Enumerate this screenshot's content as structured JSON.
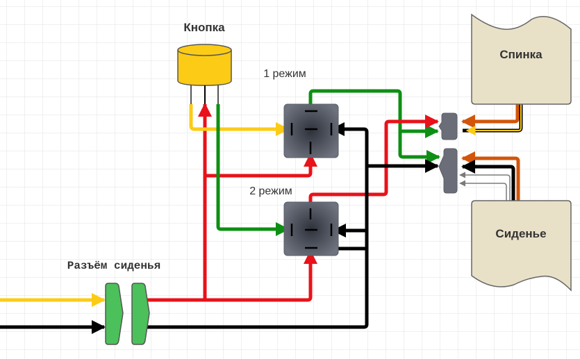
{
  "labels": {
    "button": "Кнопка",
    "mode1": "1 режим",
    "mode2": "2 режим",
    "backrest": "Спинка",
    "seat": "Сиденье",
    "seat_connector": "Разъём сиденья"
  },
  "colors": {
    "yellow": "#FCCB16",
    "red": "#E8121A",
    "green": "#0E8F14",
    "black": "#000000",
    "orange": "#D2550A",
    "gray_wire": "#7A7A7A",
    "relay_fill": "#5E6370",
    "connector_gray": "#6B6E78",
    "connector_green": "#4CC05A",
    "panel_fill": "#E8E1C8",
    "grid": "#E2E2E2"
  },
  "components": [
    {
      "id": "button",
      "type": "cylinder",
      "label_key": "button"
    },
    {
      "id": "relay1",
      "type": "relay",
      "label_key": "mode1"
    },
    {
      "id": "relay2",
      "type": "relay",
      "label_key": "mode2"
    },
    {
      "id": "backrest",
      "type": "document-shape",
      "label_key": "backrest"
    },
    {
      "id": "seat",
      "type": "document-shape",
      "label_key": "seat"
    },
    {
      "id": "seat-connector",
      "type": "connector-pair",
      "label_key": "seat_connector"
    },
    {
      "id": "connector-top",
      "type": "connector"
    },
    {
      "id": "connector-bottom",
      "type": "connector"
    }
  ],
  "wires": [
    {
      "id": "yellow-input",
      "color": "yellow",
      "from": "left-edge",
      "to": "seat-connector"
    },
    {
      "id": "black-input",
      "color": "black",
      "from": "left-edge",
      "to": "seat-connector"
    },
    {
      "id": "red-main",
      "color": "red",
      "from": "seat-connector",
      "to": "button"
    },
    {
      "id": "red-relay1",
      "color": "red",
      "from": "red-main",
      "to": "relay1"
    },
    {
      "id": "red-relay2",
      "color": "red",
      "from": "red-main",
      "to": "relay2"
    },
    {
      "id": "yellow-button-relay1",
      "color": "yellow",
      "from": "button",
      "to": "relay1"
    },
    {
      "id": "green-button-relay2",
      "color": "green",
      "from": "button",
      "to": "relay2"
    },
    {
      "id": "green-relay1-out",
      "color": "green",
      "from": "relay1",
      "to": "connectors"
    },
    {
      "id": "red-relay2-out",
      "color": "red",
      "from": "relay2",
      "to": "connector-top"
    },
    {
      "id": "black-ground",
      "color": "black",
      "from": "seat-connector",
      "to": "relays"
    },
    {
      "id": "orange-backrest",
      "color": "orange",
      "from": "backrest",
      "to": "connector-top"
    },
    {
      "id": "yellowblack-backrest",
      "color": "yellow",
      "from": "backrest",
      "to": "connector-top"
    },
    {
      "id": "orange-seat",
      "color": "orange",
      "from": "seat",
      "to": "connector-bottom"
    },
    {
      "id": "black-seat",
      "color": "black",
      "from": "seat",
      "to": "connector-bottom"
    },
    {
      "id": "gray-seat-1",
      "color": "gray_wire",
      "from": "seat",
      "to": "connector-bottom"
    },
    {
      "id": "gray-seat-2",
      "color": "gray_wire",
      "from": "seat",
      "to": "connector-bottom"
    }
  ]
}
